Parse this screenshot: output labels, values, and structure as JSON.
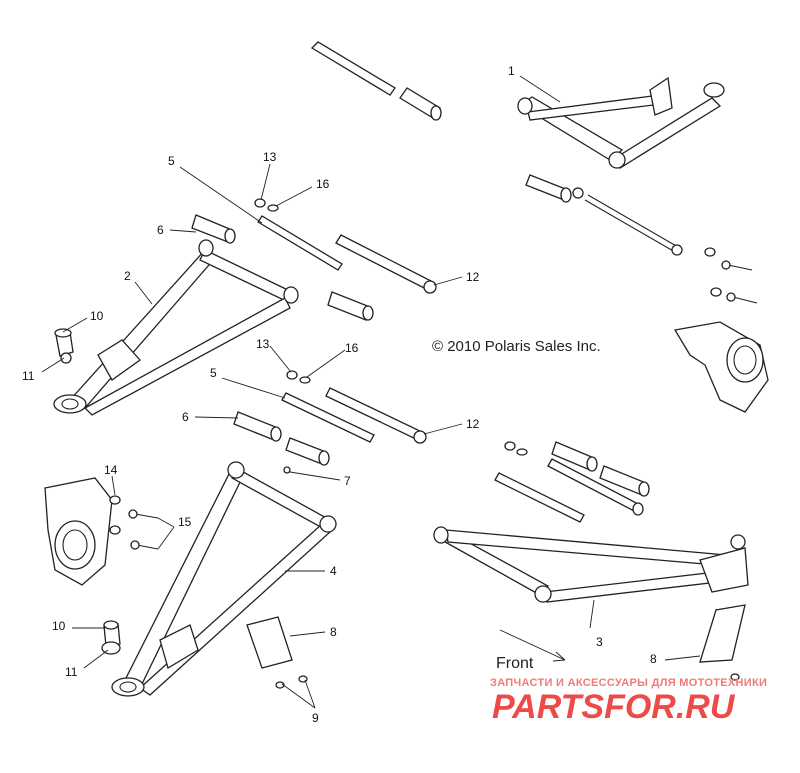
{
  "copyright": "© 2010 Polaris Sales Inc.",
  "front_label": "Front",
  "watermark": {
    "tagline": "ЗАПЧАСТИ И АКСЕССУАРЫ ДЛЯ МОТОТЕХНИКИ",
    "logo": "PARTSFOR.RU"
  },
  "callouts": [
    "1",
    "2",
    "3",
    "4",
    "5",
    "5",
    "6",
    "6",
    "7",
    "8",
    "8",
    "9",
    "10",
    "10",
    "11",
    "11",
    "12",
    "12",
    "13",
    "13",
    "14",
    "15",
    "16",
    "16"
  ]
}
